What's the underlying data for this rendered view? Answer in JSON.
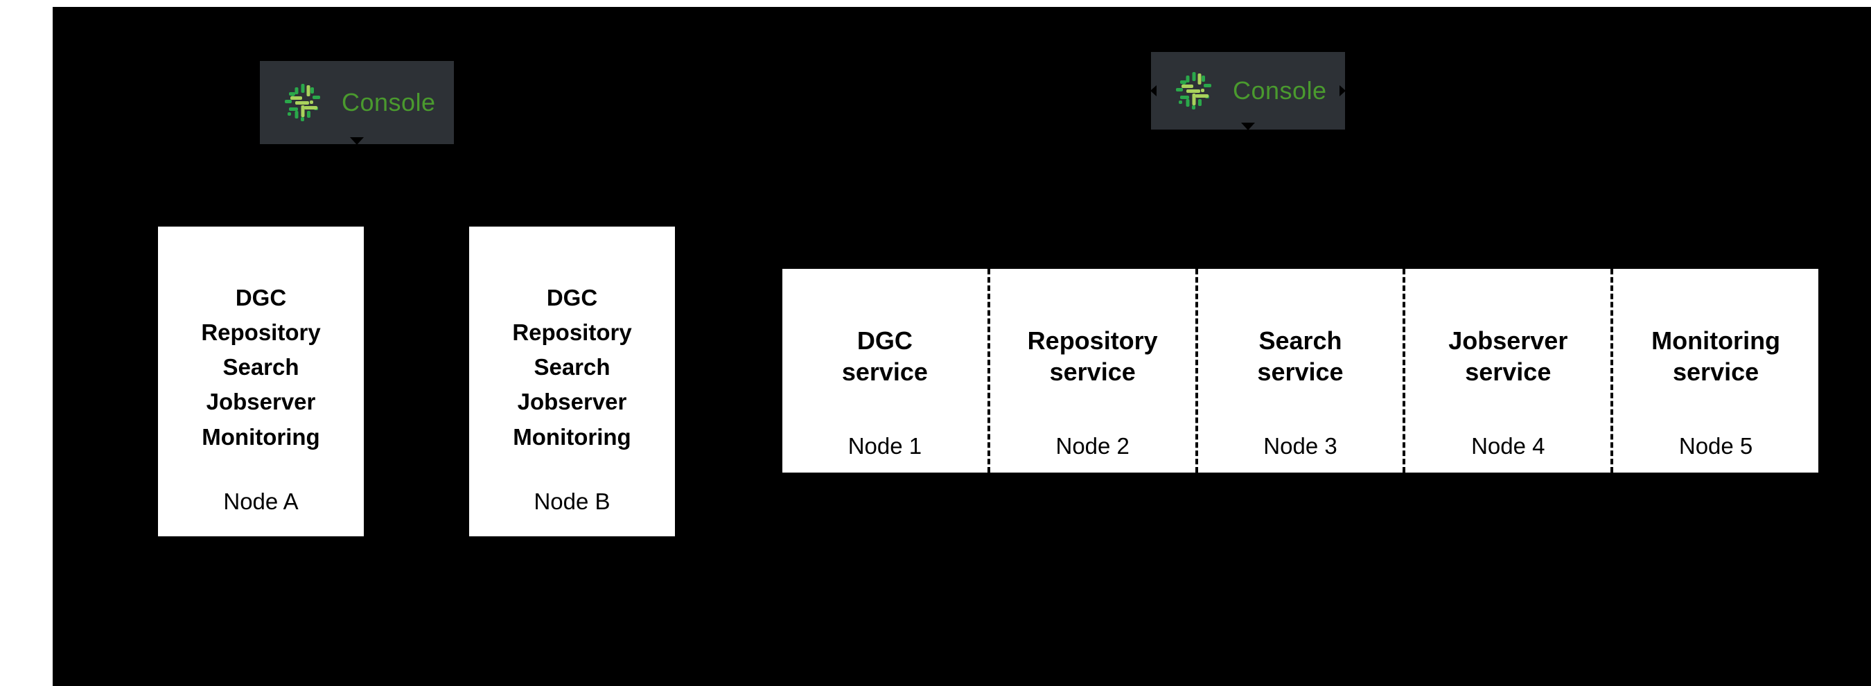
{
  "diagram": {
    "background_color": "#000000",
    "page_color": "#ffffff"
  },
  "console_badges": [
    {
      "id": "console-badge-left",
      "label": "Console",
      "icon": "collibra-console-icon",
      "background_color": "#2d3136",
      "text_color": "#4a9a2e"
    },
    {
      "id": "console-badge-right",
      "label": "Console",
      "icon": "collibra-console-icon",
      "background_color": "#2d3136",
      "text_color": "#4a9a2e"
    }
  ],
  "node_boxes": [
    {
      "services": [
        "DGC",
        "Repository",
        "Search",
        "Jobserver",
        "Monitoring"
      ],
      "node_label": "Node A"
    },
    {
      "services": [
        "DGC",
        "Repository",
        "Search",
        "Jobserver",
        "Monitoring"
      ],
      "node_label": "Node B"
    }
  ],
  "service_panel": {
    "columns": [
      {
        "title_line1": "DGC",
        "title_line2": "service",
        "node_label": "Node 1"
      },
      {
        "title_line1": "Repository",
        "title_line2": "service",
        "node_label": "Node 2"
      },
      {
        "title_line1": "Search",
        "title_line2": "service",
        "node_label": "Node 3"
      },
      {
        "title_line1": "Jobserver",
        "title_line2": "service",
        "node_label": "Node 4"
      },
      {
        "title_line1": "Monitoring",
        "title_line2": "service",
        "node_label": "Node 5"
      }
    ]
  },
  "icon_palette": {
    "bright_green": "#a9d25c",
    "green": "#2aa84a"
  }
}
